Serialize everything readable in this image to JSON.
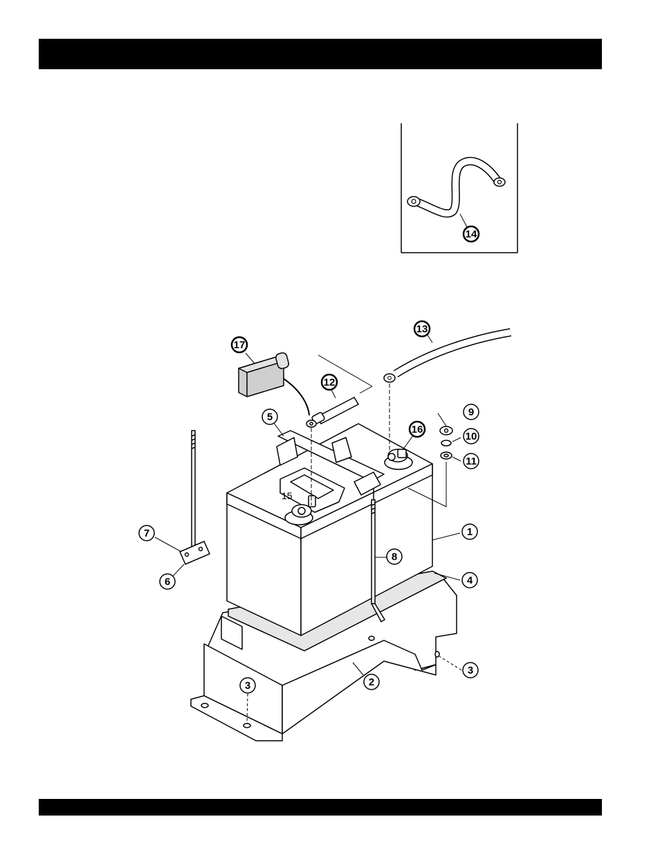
{
  "header": {
    "title": ""
  },
  "footer": {
    "text": ""
  },
  "diagram": {
    "stroke_color": "#000000",
    "fill_color": "#ffffff",
    "callouts": [
      {
        "id": "c14",
        "label": "14",
        "style": "dark"
      },
      {
        "id": "c17",
        "label": "17",
        "style": "dark"
      },
      {
        "id": "c13",
        "label": "13",
        "style": "dark"
      },
      {
        "id": "c12",
        "label": "12",
        "style": "dark"
      },
      {
        "id": "c5",
        "label": "5",
        "style": "light"
      },
      {
        "id": "c9",
        "label": "9",
        "style": "light"
      },
      {
        "id": "c16",
        "label": "16",
        "style": "dark"
      },
      {
        "id": "c10",
        "label": "10",
        "style": "light"
      },
      {
        "id": "c11",
        "label": "11",
        "style": "light"
      },
      {
        "id": "c1",
        "label": "1",
        "style": "light"
      },
      {
        "id": "c7",
        "label": "7",
        "style": "light"
      },
      {
        "id": "c8",
        "label": "8",
        "style": "light"
      },
      {
        "id": "c6",
        "label": "6",
        "style": "light"
      },
      {
        "id": "c4",
        "label": "4",
        "style": "light"
      },
      {
        "id": "c3b",
        "label": "3",
        "style": "light"
      },
      {
        "id": "c2",
        "label": "2",
        "style": "light"
      },
      {
        "id": "c3a",
        "label": "3",
        "style": "light"
      }
    ],
    "plain_labels": [
      {
        "id": "terminal-mark",
        "label": "15"
      }
    ]
  }
}
